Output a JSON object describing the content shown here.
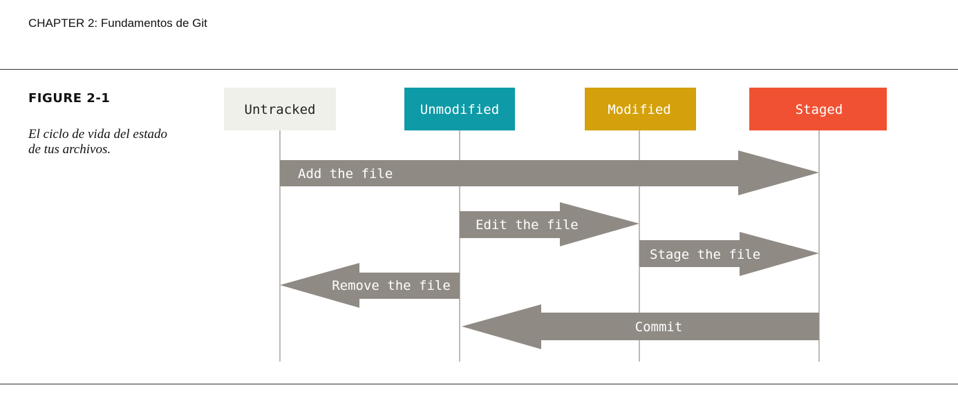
{
  "header": {
    "chapter_title": "CHAPTER 2: Fundamentos de Git"
  },
  "figure": {
    "label": "FIGURE 2-1",
    "caption": "El ciclo de vida del estado de tus archivos."
  },
  "diagram": {
    "states": [
      {
        "name": "Untracked",
        "fill": "#f0f0eb",
        "text_color": "#222222"
      },
      {
        "name": "Unmodified",
        "fill": "#0e9aa7",
        "text_color": "#ffffff"
      },
      {
        "name": "Modified",
        "fill": "#d4a00b",
        "text_color": "#ffffff"
      },
      {
        "name": "Staged",
        "fill": "#f05133",
        "text_color": "#ffffff"
      }
    ],
    "transitions": [
      {
        "label": "Add the file",
        "from": "Untracked",
        "to": "Staged"
      },
      {
        "label": "Edit the file",
        "from": "Unmodified",
        "to": "Modified"
      },
      {
        "label": "Stage the file",
        "from": "Modified",
        "to": "Staged"
      },
      {
        "label": "Remove the file",
        "from": "Unmodified",
        "to": "Untracked"
      },
      {
        "label": "Commit",
        "from": "Staged",
        "to": "Unmodified"
      }
    ],
    "arrow_color": "#8f8a84",
    "lifeline_color": "#aaa49c"
  }
}
